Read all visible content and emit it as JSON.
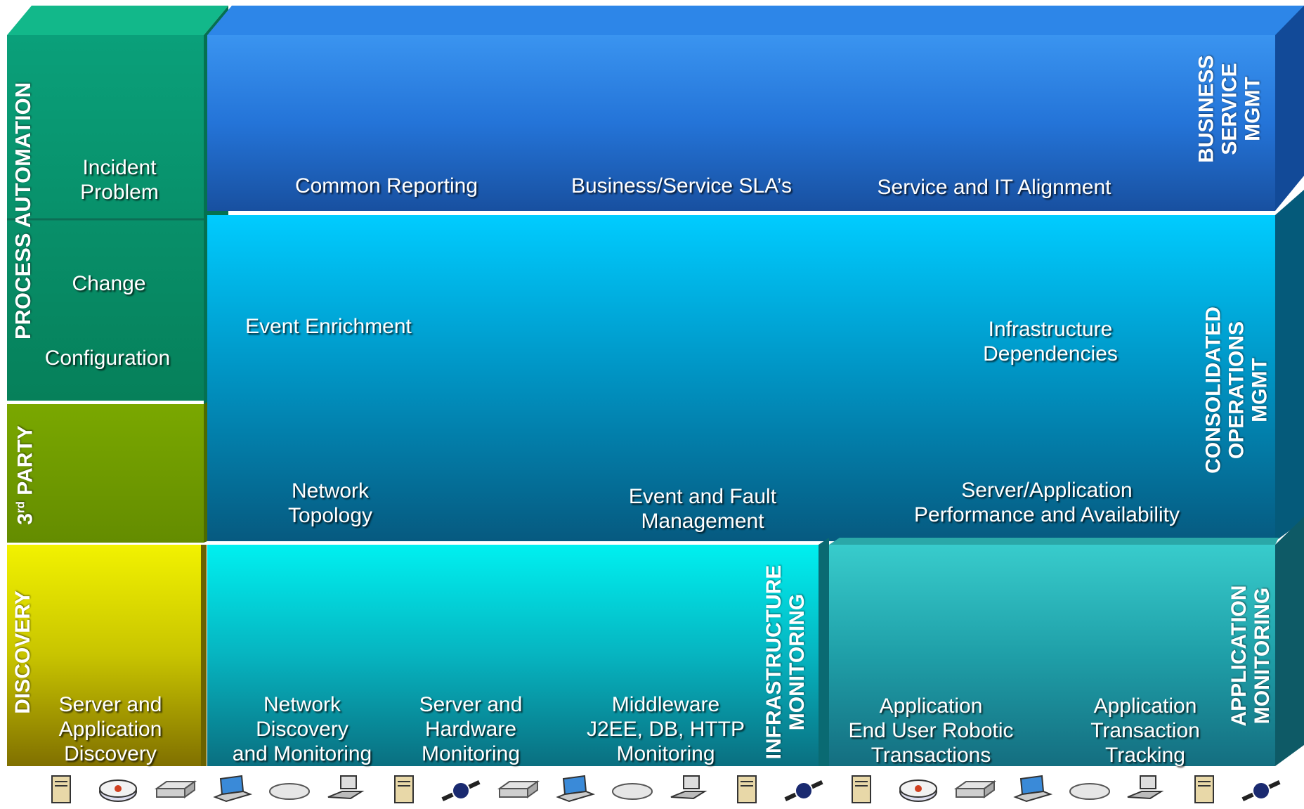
{
  "colors": {
    "process_automation": "#0a9068",
    "third_party": "#6f9a00",
    "discovery": "#d8d800",
    "business_service": "#1a6ad0",
    "consolidated_ops": "#0090c0",
    "infrastructure_monitoring": "#00c8d8",
    "application_monitoring": "#1e9aa0"
  },
  "left_column": {
    "process_automation_label": "PROCESS AUTOMATION",
    "incident_problem": "Incident\nProblem",
    "change": "Change",
    "configuration": "Configuration",
    "third_party_label_main": "3",
    "third_party_label_sup": "rd",
    "third_party_label_rest": " PARTY",
    "discovery_label": "DISCOVERY",
    "server_app_discovery": "Server and\nApplication\nDiscovery"
  },
  "business_service": {
    "title": "BUSINESS\nSERVICE\nMGMT",
    "items": [
      "Common Reporting",
      "Business/Service SLA’s",
      "Service and IT Alignment"
    ]
  },
  "consolidated_operations": {
    "title": "CONSOLIDATED\nOPERATIONS\nMGMT",
    "event_enrichment": "Event Enrichment",
    "infrastructure_dependencies": "Infrastructure\nDependencies",
    "network_topology": "Network\nTopology",
    "event_fault_management": "Event and Fault\nManagement",
    "server_app_performance": "Server/Application\nPerformance and Availability"
  },
  "infrastructure_monitoring": {
    "title": "INFRASTRUCTURE\nMONITORING",
    "network_discovery": "Network\nDiscovery\nand Monitoring",
    "server_hardware": "Server and\nHardware\nMonitoring",
    "middleware": "Middleware\nJ2EE, DB, HTTP\nMonitoring"
  },
  "application_monitoring": {
    "title": "APPLICATION\nMONITORING",
    "end_user_robotic": "Application\nEnd User Robotic\nTransactions",
    "transaction_tracking": "Application\nTransaction\nTracking"
  },
  "device_icons": [
    "server-icon",
    "router-icon",
    "switch-icon",
    "laptop-icon",
    "cloud-icon",
    "workstation-icon",
    "server-icon",
    "satellite-icon",
    "switch-icon",
    "laptop-icon",
    "cloud-icon",
    "workstation-icon",
    "server-icon",
    "satellite-icon",
    "server-icon",
    "router-icon",
    "switch-icon",
    "laptop-icon",
    "cloud-icon",
    "workstation-icon",
    "server-icon",
    "satellite-icon"
  ]
}
